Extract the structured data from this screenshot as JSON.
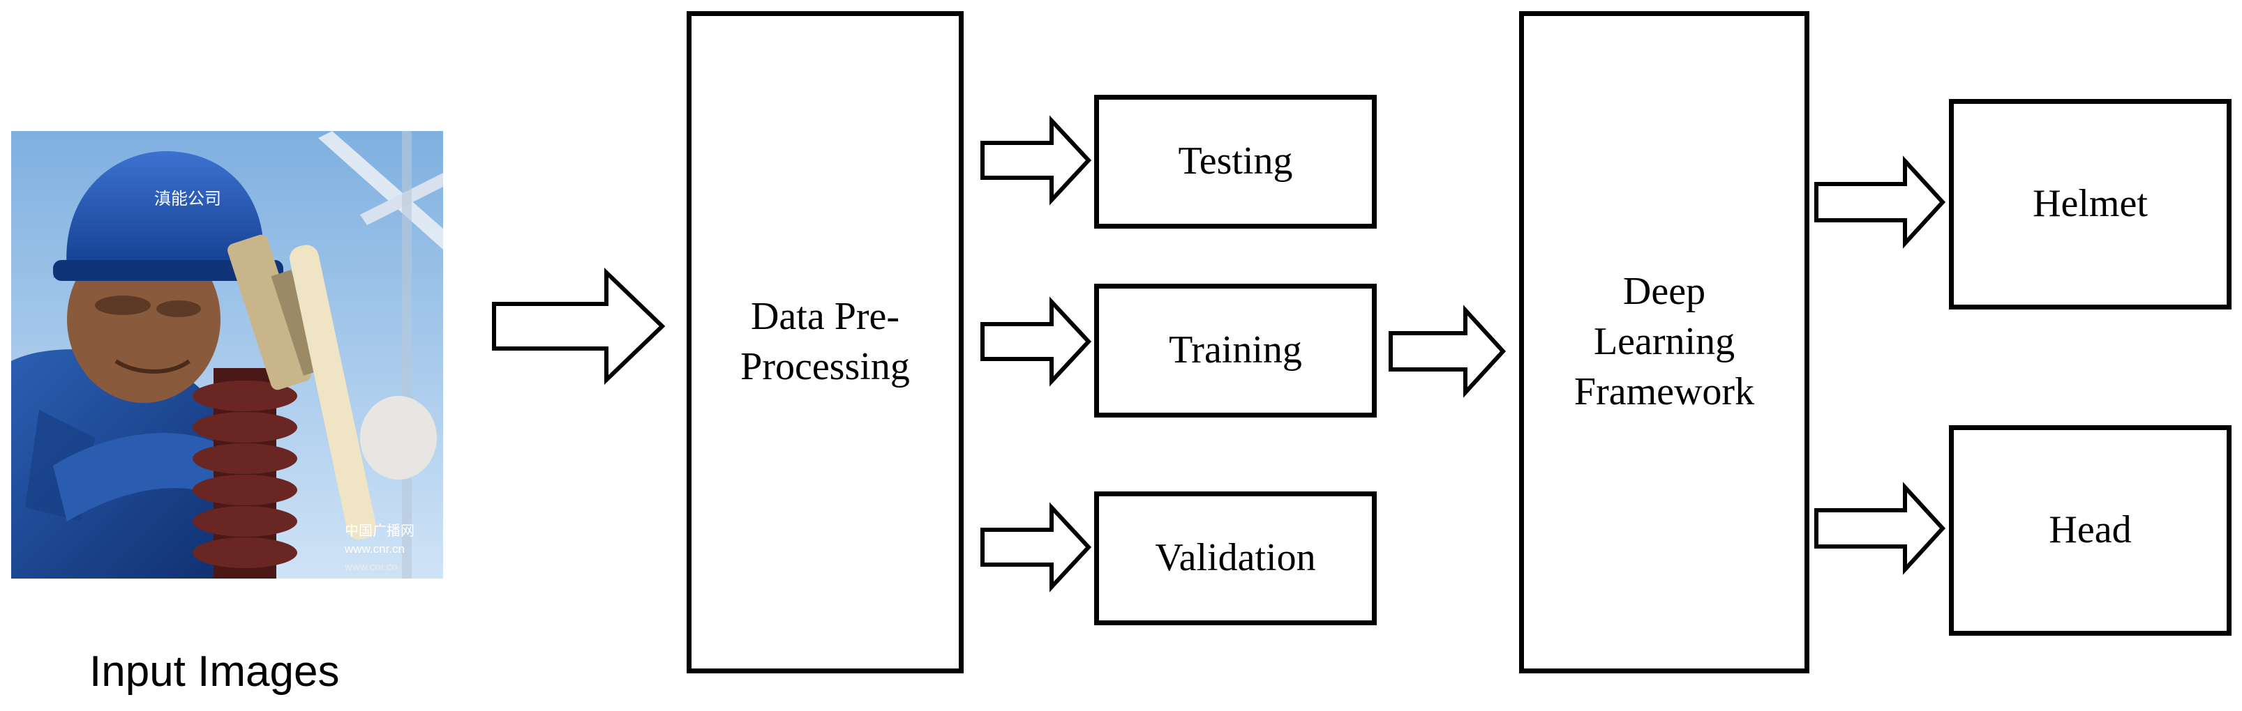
{
  "input": {
    "caption": "Input Images",
    "photo_watermark_lines": [
      "中国广播网",
      "www.cnr.cn",
      "www.cnr.cn"
    ],
    "helmet_text": "滇能公司"
  },
  "stages": {
    "preprocessing": {
      "lines": [
        "Data Pre-",
        "Processing"
      ]
    },
    "splits": [
      "Testing",
      "Training",
      "Validation"
    ],
    "framework": {
      "lines": [
        "Deep",
        "Learning",
        "Framework"
      ]
    },
    "outputs": [
      "Helmet",
      "Head"
    ]
  },
  "colors": {
    "stroke": "#000000",
    "background": "#ffffff",
    "helmet_blue": "#1f4fa8",
    "sky_blue": "#9cc4ea",
    "insulator_brown": "#5b1f1c"
  }
}
